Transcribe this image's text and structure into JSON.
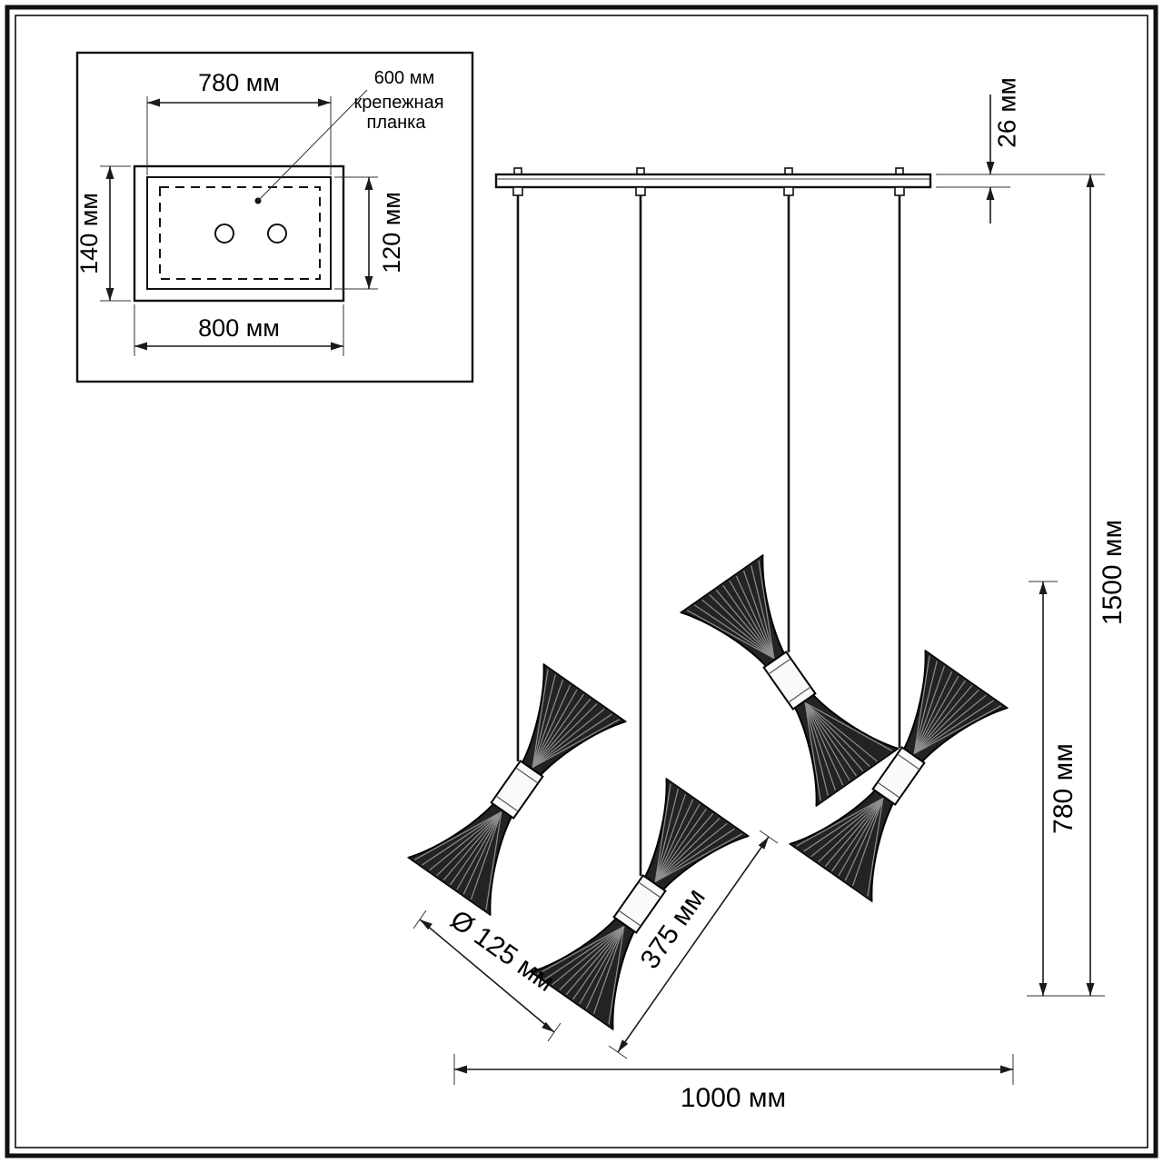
{
  "inset_view": {
    "inner_width": "780 мм",
    "mount_bar_size": "600 мм",
    "mount_bar_line1": "крепежная",
    "mount_bar_line2": "планка",
    "outer_height": "140 мм",
    "inner_height": "120 мм",
    "outer_width": "800 мм"
  },
  "front_view": {
    "canopy_thickness": "26 мм",
    "overall_height": "1500 мм",
    "shades_height": "780 мм",
    "shade_diameter": "Ø 125 мм",
    "shade_length": "375 мм",
    "overall_width": "1000 мм"
  }
}
